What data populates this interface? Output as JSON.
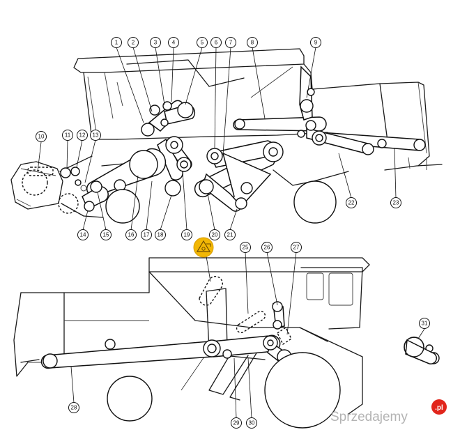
{
  "diagram": {
    "callouts": [
      {
        "id": "c1",
        "label": "1"
      },
      {
        "id": "c2",
        "label": "2"
      },
      {
        "id": "c3",
        "label": "3"
      },
      {
        "id": "c4",
        "label": "4"
      },
      {
        "id": "c5",
        "label": "5"
      },
      {
        "id": "c6",
        "label": "6"
      },
      {
        "id": "c7",
        "label": "7"
      },
      {
        "id": "c8",
        "label": "8"
      },
      {
        "id": "c9",
        "label": "9"
      },
      {
        "id": "c10",
        "label": "10"
      },
      {
        "id": "c11",
        "label": "11"
      },
      {
        "id": "c12",
        "label": "12"
      },
      {
        "id": "c13",
        "label": "13"
      },
      {
        "id": "c14",
        "label": "14"
      },
      {
        "id": "c15",
        "label": "15"
      },
      {
        "id": "c16",
        "label": "16"
      },
      {
        "id": "c17",
        "label": "17"
      },
      {
        "id": "c18",
        "label": "18"
      },
      {
        "id": "c19",
        "label": "19"
      },
      {
        "id": "c20",
        "label": "20"
      },
      {
        "id": "c21",
        "label": "21"
      },
      {
        "id": "c22",
        "label": "22"
      },
      {
        "id": "c23",
        "label": "23"
      },
      {
        "id": "c25",
        "label": "25"
      },
      {
        "id": "c26",
        "label": "26"
      },
      {
        "id": "c27",
        "label": "27"
      },
      {
        "id": "c28",
        "label": "28"
      },
      {
        "id": "c29",
        "label": "29"
      },
      {
        "id": "c30",
        "label": "30"
      },
      {
        "id": "c31",
        "label": "31"
      }
    ],
    "marker_color": "#f2b705"
  },
  "watermark": {
    "text": "Sprzedajemy",
    "badge": ".pl",
    "badge_color": "#e1261c"
  }
}
